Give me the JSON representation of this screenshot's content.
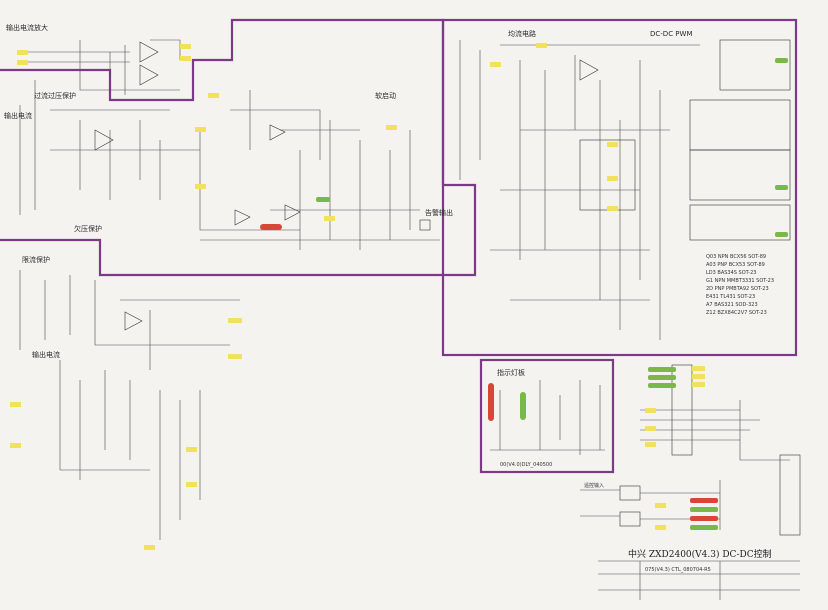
{
  "colors": {
    "border": "#7a3a86",
    "net_tag": "#f2e15a",
    "wire": "#4a4a4a",
    "paper": "#f4f3ef",
    "led_red": "#d8453a",
    "led_green": "#7bb84a"
  },
  "sections": {
    "output_current_amp": "输出电流放大",
    "overcurrent_overvoltage": "过流过压保护",
    "undervoltage": "欠压保护",
    "current_limit": "限流保护",
    "soft_start": "软启动",
    "alarm_output": "告警输出",
    "current_share": "均流电路",
    "dcdc_pwm": "DC-DC PWM",
    "indicator": "指示灯板",
    "remote_input": "遥控输入",
    "output_current": "输出电流",
    "output_current_2": "输出电流"
  },
  "indicator_board_code": "00(V4.0)DLY_040500",
  "bom_notes": [
    "Q03 NPN BCX56 SOT-89",
    "A03 PNP BCX53 SOT-89",
    "LD3 BAS34S SOT-23",
    "G1 NPN MMBT3331 SOT-23",
    "2D PNP PMBTA92 SOT-23",
    "E431 TL431 SOT-23",
    "A7 BAS321 SOD-323",
    "Z12 BZX84C2V7 SOT-23"
  ],
  "title_block": {
    "title": "中兴 ZXD2400(V4.3) DC-DC控制",
    "doc_no": "075(V4.3) CTL_080704-R5"
  }
}
